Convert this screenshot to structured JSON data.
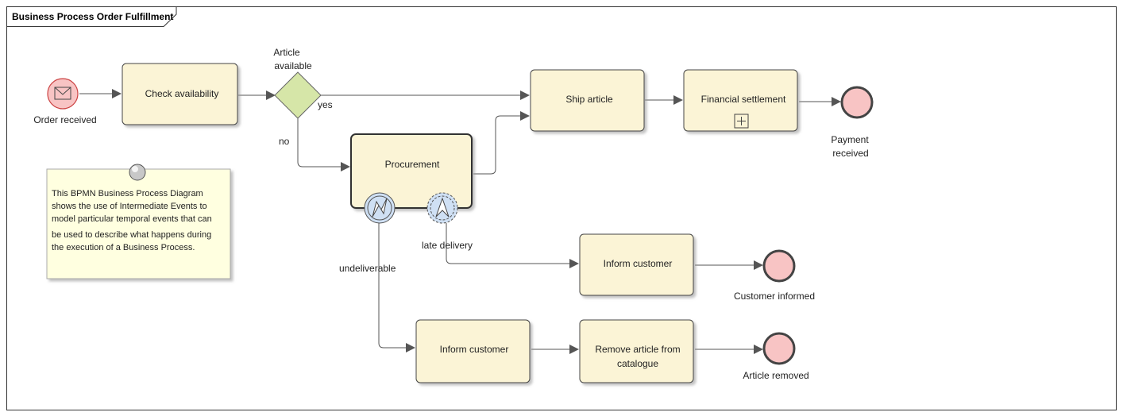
{
  "diagram": {
    "title": "Business Process Order Fulfillment",
    "events": {
      "order_received": "Order received",
      "payment_received_line1": "Payment",
      "payment_received_line2": "received",
      "customer_informed": "Customer informed",
      "article_removed": "Article removed"
    },
    "gateway": {
      "label_line1": "Article",
      "label_line2": "available",
      "yes": "yes",
      "no": "no"
    },
    "tasks": {
      "check_availability": "Check availability",
      "ship_article": "Ship article",
      "financial_settlement": "Financial settlement",
      "procurement": "Procurement",
      "inform_customer_late": "Inform customer",
      "inform_customer_undeliverable": "Inform customer",
      "remove_article_line1": "Remove article from",
      "remove_article_line2": "catalogue"
    },
    "boundary_labels": {
      "late_delivery": "late delivery",
      "undeliverable": "undeliverable"
    },
    "note": {
      "lines": [
        "This BPMN Business Process Diagram",
        "shows the use of Intermediate Events to",
        "model particular temporal events that can",
        "be used to describe what happens during",
        "the execution of a Business Process."
      ]
    },
    "colors": {
      "task_fill": "#fbf4d6",
      "event_fill": "#f8c4c4",
      "gateway_fill": "#d6e6a8",
      "boundary_fill": "#cfe0f4",
      "note_fill": "#ffffe0",
      "line": "#555555"
    }
  }
}
